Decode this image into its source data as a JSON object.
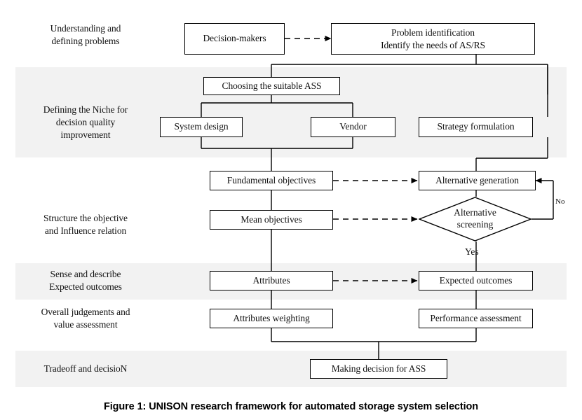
{
  "figure": {
    "caption": "Figure 1: UNISON research framework for automated storage system selection",
    "background_color": "#ffffff",
    "band_color": "#f2f2f2",
    "line_color": "#000000"
  },
  "stages": [
    {
      "id": "stage-understanding",
      "line1": "Understanding and",
      "line2": "defining problems",
      "line3": "",
      "shaded": false
    },
    {
      "id": "stage-niche",
      "line1": "Defining the Niche for",
      "line2": "decision quality",
      "line3": "improvement",
      "shaded": true
    },
    {
      "id": "stage-structure",
      "line1": "Structure the objective",
      "line2": "and Influence relation",
      "line3": "",
      "shaded": false
    },
    {
      "id": "stage-sense",
      "line1": "Sense and describe",
      "line2": "Expected outcomes",
      "line3": "",
      "shaded": true
    },
    {
      "id": "stage-judgement",
      "line1": "Overall judgements and",
      "line2": "value assessment",
      "line3": "",
      "shaded": false
    },
    {
      "id": "stage-tradeoff",
      "line1": "Tradeoff and decisioN",
      "line2": "",
      "line3": "",
      "shaded": true
    }
  ],
  "nodes": {
    "decision_makers": "Decision-makers",
    "problem_identification_l1": "Problem identification",
    "problem_identification_l2": "Identify the needs of AS/RS",
    "choosing_ass": "Choosing the suitable ASS",
    "system_design": "System design",
    "vendor": "Vendor",
    "strategy_formulation": "Strategy formulation",
    "fundamental_objectives": "Fundamental objectives",
    "alternative_generation": "Alternative generation",
    "mean_objectives": "Mean objectives",
    "alternative_screening_l1": "Alternative",
    "alternative_screening_l2": "screening",
    "attributes": "Attributes",
    "expected_outcomes": "Expected outcomes",
    "attributes_weighting": "Attributes weighting",
    "performance_assessment": "Performance assessment",
    "making_decision": "Making decision for ASS"
  },
  "edge_labels": {
    "no": "No",
    "yes": "Yes"
  }
}
